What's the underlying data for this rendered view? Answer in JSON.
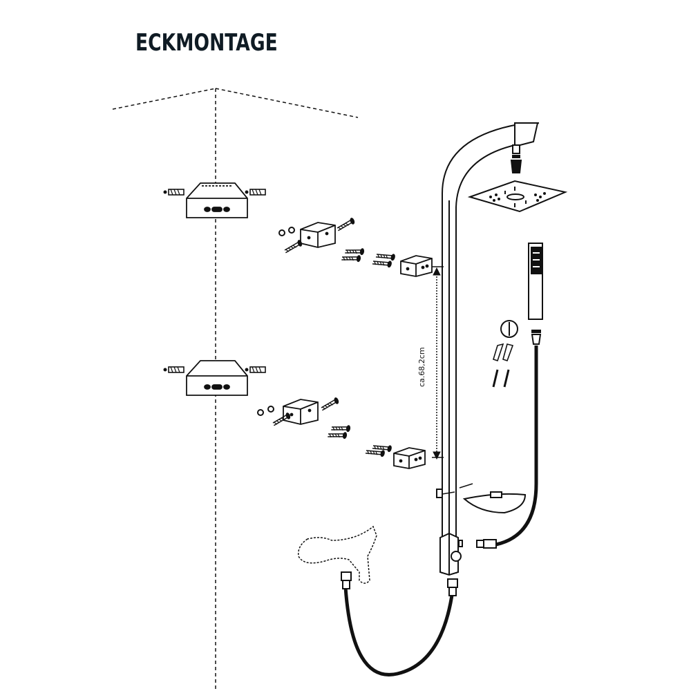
{
  "title": "ECKMONTAGE",
  "dimension": {
    "label": "ca.68,2cm"
  },
  "parts": [
    "corner-bracket-upper",
    "corner-bracket-lower",
    "mounting-block-upper",
    "mounting-block-lower",
    "wall-block-upper",
    "wall-block-lower",
    "shower-column",
    "rain-shower-head",
    "hand-shower",
    "hand-shower-holder",
    "soap-tray",
    "mixer-outline",
    "connection-hose",
    "hand-shower-hose",
    "wall-plugs",
    "screws",
    "nuts"
  ],
  "colors": {
    "line": "#111111",
    "title": "#0f1b24",
    "background": "#ffffff"
  }
}
